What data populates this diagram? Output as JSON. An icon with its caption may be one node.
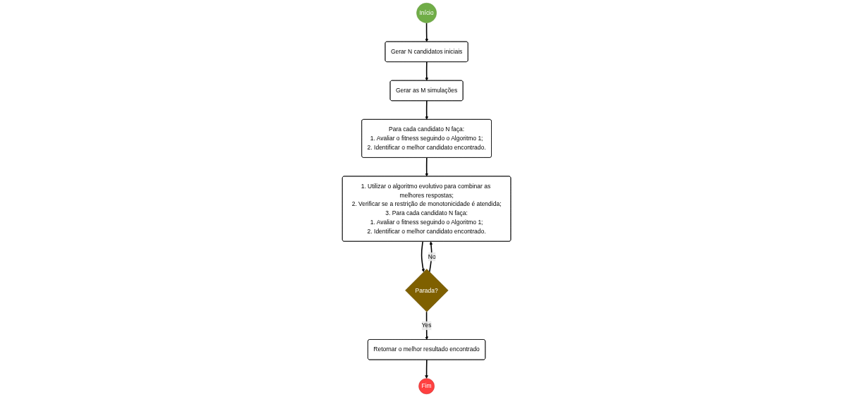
{
  "diagram": {
    "nodes": [
      {
        "text": [
          "Início"
        ]
      },
      {
        "text": [
          "Gerar N candidatos iniciais"
        ]
      },
      {
        "text": [
          "Gerar as M simulações"
        ]
      },
      {
        "text": [
          "Para cada candidato N faça:",
          "1. Avaliar o fitness seguindo o Algoritmo 1;",
          "2. Identificar o melhor candidato encontrado."
        ]
      },
      {
        "text": [
          "Parada?"
        ]
      },
      {
        "text": [
          "Retornar o melhor resultado encontrado"
        ]
      },
      {
        "text": [
          "Fim"
        ]
      },
      {
        "text": [
          "1. Utilizar o algoritmo evolutivo para combinar as melhores respostas;",
          "2. Verificar se a restrição de monotonicidade é atendida;",
          "3. Para cada candidato N faça:",
          "1. Avaliar o fitness seguindo o Algoritmo 1;",
          "2. Identificar o melhor candidato encontrado."
        ]
      }
    ],
    "edges": [
      {
        "from": 0,
        "to": 1,
        "arrow": "to"
      },
      {
        "from": 1,
        "to": 2,
        "arrow": "to"
      },
      {
        "from": 2,
        "to": 3,
        "arrow": "to"
      },
      {
        "from": 3,
        "to": 7,
        "arrow": "to"
      },
      {
        "from": 4,
        "to": 7,
        "label": "No",
        "arrow": "to"
      },
      {
        "from": 7,
        "to": 4,
        "arrow": "to"
      },
      {
        "from": 4,
        "to": 5,
        "label": "Yes",
        "arrow": "to"
      },
      {
        "from": 5,
        "to": 6,
        "arrow": "to"
      }
    ]
  }
}
